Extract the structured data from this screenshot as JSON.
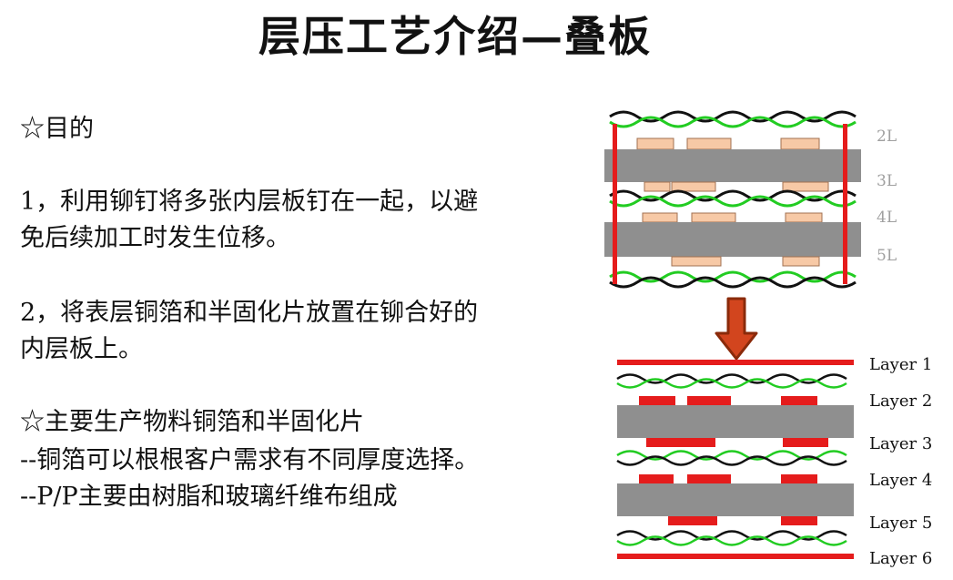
{
  "title": "层压工艺介绍—叠板",
  "text": {
    "purpose_heading": "☆目的",
    "item1_line1": "1，利用铆钉将多张内层板钉在一起，以避",
    "item1_line2": "免后续加工时发生位移。",
    "item2_line1": "2，将表层铜箔和半固化片放置在铆合好的",
    "item2_line2": "内层板上。",
    "materials_heading": "☆主要生产物料铜箔和半固化片",
    "materials_line1": "--铜箔可以根根客户需求有不同厚度选择。",
    "materials_line2": "--P/P主要由树脂和玻璃纤维布组成"
  },
  "diagram_top": {
    "labels": [
      "2L",
      "3L",
      "4L",
      "5L"
    ]
  },
  "diagram_bottom": {
    "labels": [
      "Layer 1",
      "Layer 2",
      "Layer 3",
      "Layer 4",
      "Layer 5",
      "Layer 6"
    ]
  },
  "colors": {
    "core": "#8f8f8f",
    "pad_top": "#f7c9a6",
    "copper_red": "#e51c1c",
    "rivet": "#e51c1c",
    "fiber_green": "#22cc22",
    "fiber_black": "#111111",
    "arrow_fill": "#d2451e",
    "arrow_stroke": "#8a2a0a"
  }
}
